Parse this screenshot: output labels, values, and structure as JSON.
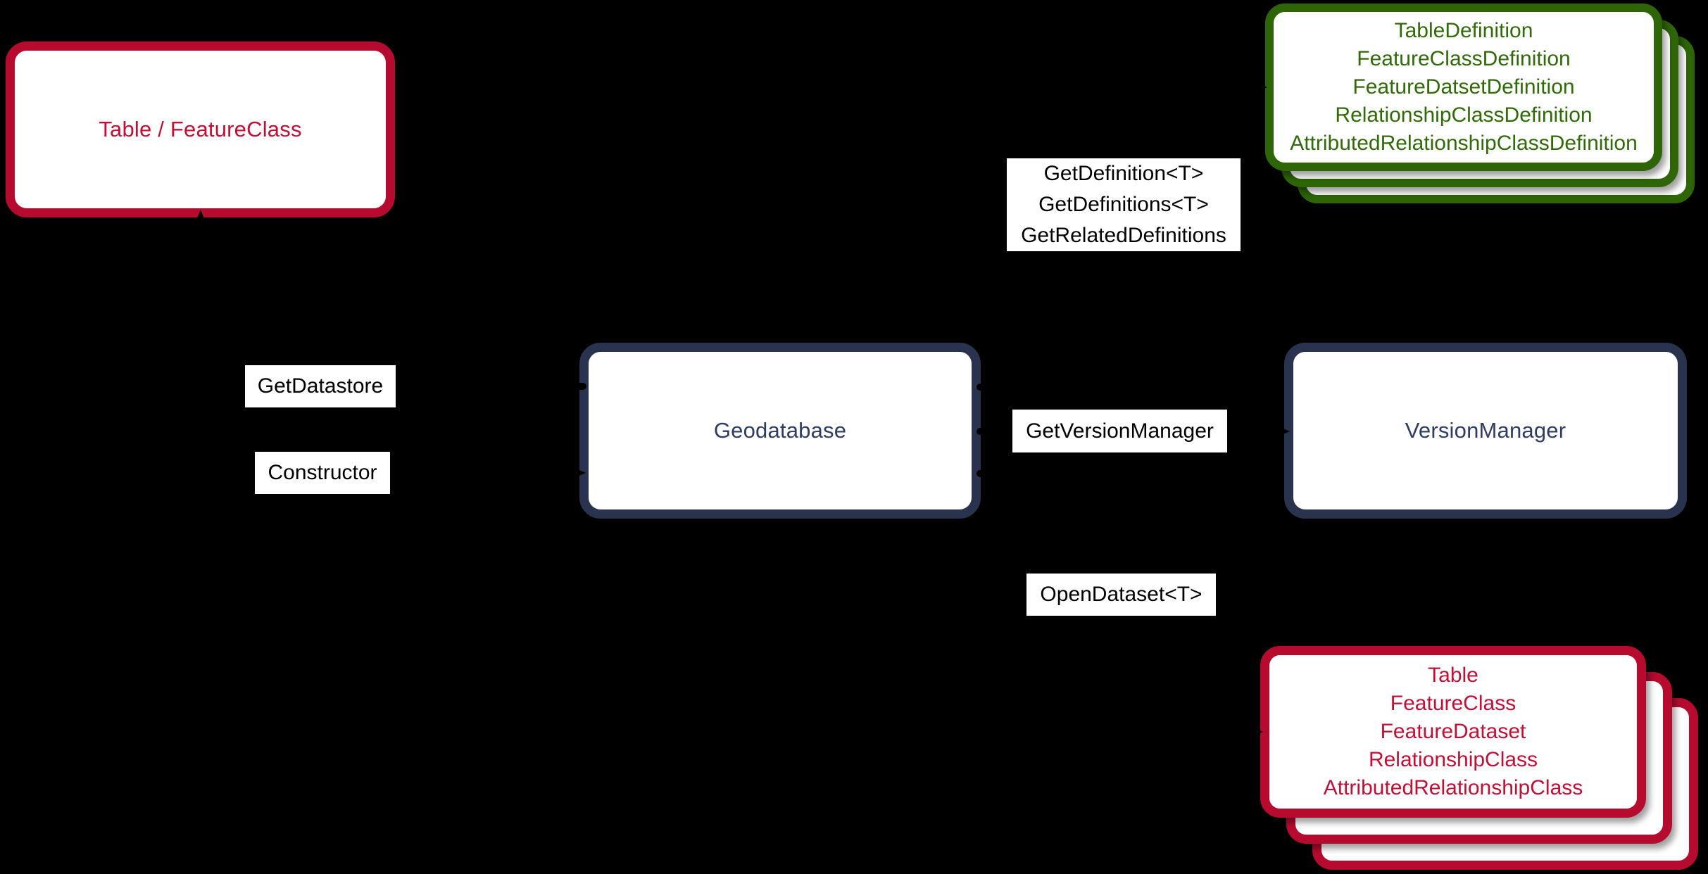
{
  "colors": {
    "background": "#000000",
    "red": "#B60B2F",
    "red_text": "#C20F35",
    "navy": "#2A334E",
    "navy_text": "#303D63",
    "green": "#2D6507",
    "green_text": "#306B08",
    "label_bg": "#FFFFFF",
    "label_text": "#000000",
    "arrow": "#000000"
  },
  "nodes": {
    "table_featureclass": {
      "label": "Table / FeatureClass"
    },
    "geodatabase": {
      "label": "Geodatabase"
    },
    "version_manager": {
      "label": "VersionManager"
    },
    "definition_stack": {
      "lines": [
        "TableDefinition",
        "FeatureClassDefinition",
        "FeatureDatsetDefinition",
        "RelationshipClassDefinition",
        "AttributedRelationshipClassDefinition"
      ]
    },
    "dataset_stack": {
      "lines": [
        "Table",
        "FeatureClass",
        "FeatureDataset",
        "RelationshipClass",
        "AttributedRelationshipClass"
      ]
    }
  },
  "method_labels": {
    "get_definition": {
      "lines": [
        "GetDefinition<T>",
        "GetDefinitions<T>",
        "GetRelatedDefinitions"
      ]
    },
    "get_datastore": {
      "label": "GetDatastore"
    },
    "constructor": {
      "label": "Constructor"
    },
    "get_version_manager": {
      "label": "GetVersionManager"
    },
    "open_dataset": {
      "label": "OpenDataset<T>"
    }
  }
}
